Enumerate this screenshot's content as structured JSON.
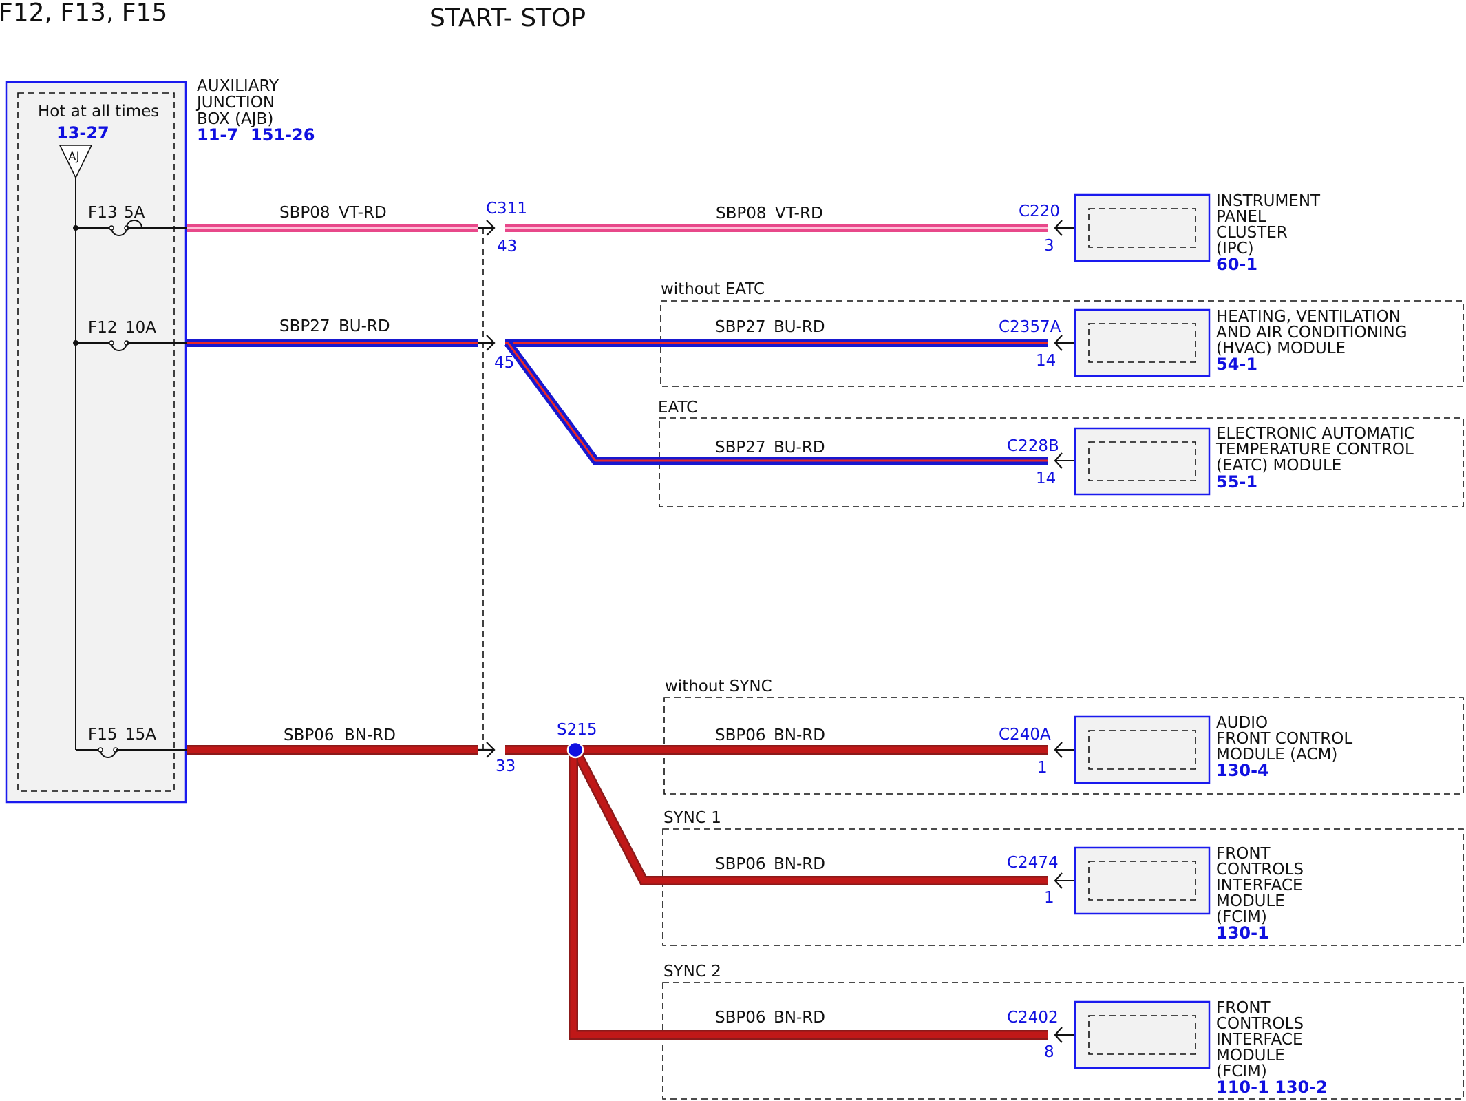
{
  "header": {
    "fuses_title": "F12, F13, F15",
    "system_title": "START- STOP"
  },
  "ajb": {
    "name": "AUXILIARY JUNCTION BOX (AJB)",
    "name_lines": [
      "AUXILIARY",
      "JUNCTION",
      "BOX (AJB)"
    ],
    "refs": [
      "11-7",
      "151-26"
    ],
    "hot_label": "Hot at all times",
    "hot_ref": "13-27",
    "aj_label": "AJ",
    "fuses": [
      {
        "id": "F13",
        "rating": "5A"
      },
      {
        "id": "F12",
        "rating": "10A"
      },
      {
        "id": "F15",
        "rating": "15A"
      }
    ]
  },
  "circuits": [
    {
      "circuit": "SBP08",
      "color": "VT-RD",
      "wire_colors": [
        "#e8488a",
        "#ffc0d8"
      ]
    },
    {
      "circuit": "SBP27",
      "color": "BU-RD",
      "wire_colors": [
        "#1818d0",
        "#e82828"
      ]
    },
    {
      "circuit": "SBP06",
      "color": "BN-RD",
      "wire_colors": [
        "#c01818",
        "#8b1a1a"
      ]
    }
  ],
  "inline_connector": {
    "id": "C311",
    "pins": [
      "43",
      "45",
      "33"
    ]
  },
  "splice": {
    "id": "S215",
    "color": "#1010e0"
  },
  "options": [
    {
      "label": "without EATC"
    },
    {
      "label": "EATC"
    },
    {
      "label": "without SYNC"
    },
    {
      "label": "SYNC 1"
    },
    {
      "label": "SYNC 2"
    }
  ],
  "modules": [
    {
      "connector": "C220",
      "pin": "3",
      "name_lines": [
        "INSTRUMENT",
        "PANEL",
        "CLUSTER",
        "(IPC)"
      ],
      "refs": "60-1"
    },
    {
      "connector": "C2357A",
      "pin": "14",
      "name_lines": [
        "HEATING, VENTILATION",
        "AND AIR CONDITIONING",
        "(HVAC) MODULE"
      ],
      "refs": "54-1"
    },
    {
      "connector": "C228B",
      "pin": "14",
      "name_lines": [
        "ELECTRONIC AUTOMATIC",
        "TEMPERATURE CONTROL",
        "(EATC) MODULE"
      ],
      "refs": "55-1"
    },
    {
      "connector": "C240A",
      "pin": "1",
      "name_lines": [
        "AUDIO",
        "FRONT CONTROL",
        "MODULE (ACM)"
      ],
      "refs": "130-4"
    },
    {
      "connector": "C2474",
      "pin": "1",
      "name_lines": [
        "FRONT",
        "CONTROLS",
        "INTERFACE",
        "MODULE",
        "(FCIM)"
      ],
      "refs": "130-1"
    },
    {
      "connector": "C2402",
      "pin": "8",
      "name_lines": [
        "FRONT",
        "CONTROLS",
        "INTERFACE",
        "MODULE",
        "(FCIM)"
      ],
      "refs": "110-1 130-2"
    }
  ],
  "colors": {
    "ajb_border": "#1a1aee",
    "module_border": "#1a1aee",
    "reference_text": "#1010e0",
    "box_fill": "#f2f2f2"
  }
}
